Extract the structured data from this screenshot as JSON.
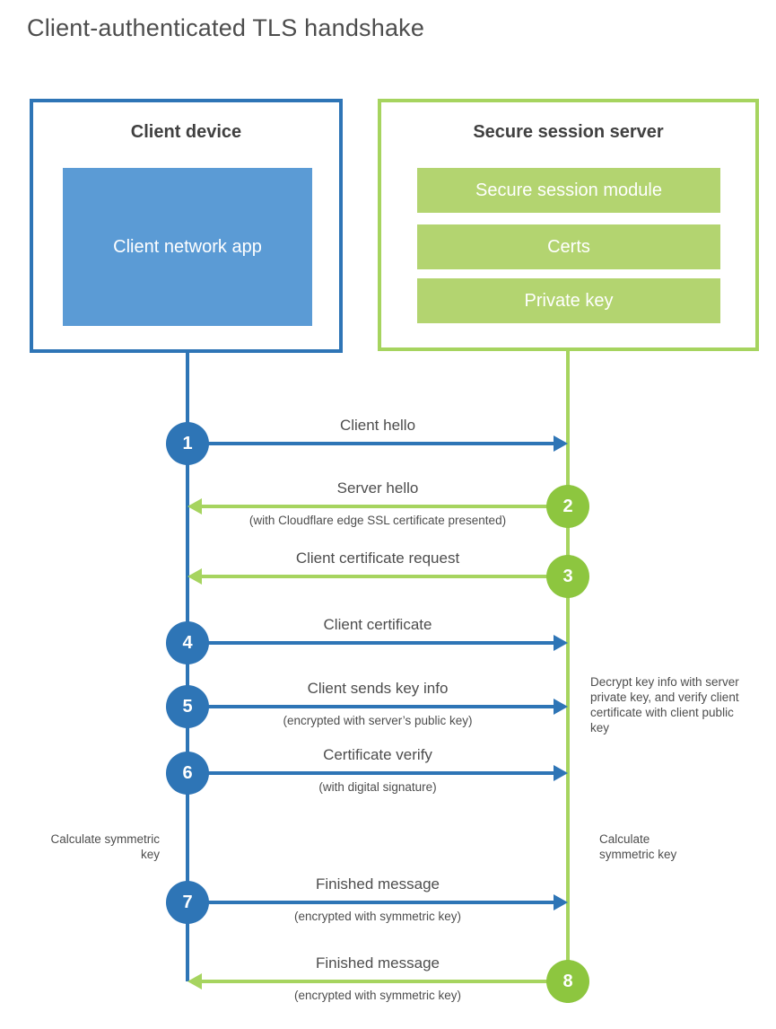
{
  "title": "Client-authenticated TLS handshake",
  "colors": {
    "blue": "#2e75b6",
    "blue_light": "#5b9bd5",
    "green_circle": "#8dc63f",
    "green_line": "#a6d45f",
    "green_bar": "#b3d470",
    "text_gray": "#4d4d4d"
  },
  "client_box": {
    "heading": "Client device",
    "inner_label": "Client network app"
  },
  "server_box": {
    "heading": "Secure session server",
    "bars": [
      "Secure session module",
      "Certs",
      "Private key"
    ]
  },
  "steps": [
    {
      "num": "1",
      "label": "Client hello",
      "sublabel": "",
      "direction": "right",
      "from": "client",
      "to": "server"
    },
    {
      "num": "2",
      "label": "Server hello",
      "sublabel": "(with Cloudflare edge SSL certificate presented)",
      "direction": "left",
      "from": "server",
      "to": "client"
    },
    {
      "num": "3",
      "label": "Client certificate request",
      "sublabel": "",
      "direction": "left",
      "from": "server",
      "to": "client"
    },
    {
      "num": "4",
      "label": "Client certificate",
      "sublabel": "",
      "direction": "right",
      "from": "client",
      "to": "server"
    },
    {
      "num": "5",
      "label": "Client sends key info",
      "sublabel": "(encrypted with server’s public key)",
      "direction": "right",
      "from": "client",
      "to": "server"
    },
    {
      "num": "6",
      "label": "Certificate verify",
      "sublabel": "(with digital signature)",
      "direction": "right",
      "from": "client",
      "to": "server"
    },
    {
      "num": "7",
      "label": "Finished message",
      "sublabel": "(encrypted with symmetric key)",
      "direction": "right",
      "from": "client",
      "to": "server"
    },
    {
      "num": "8",
      "label": "Finished message",
      "sublabel": "(encrypted with symmetric key)",
      "direction": "left",
      "from": "server",
      "to": "client"
    }
  ],
  "notes": {
    "decrypt_note": "Decrypt key info with server private key, and verify client certificate with client public key",
    "calc_left": "Calculate symmetric key",
    "calc_right": "Calculate symmetric key"
  }
}
